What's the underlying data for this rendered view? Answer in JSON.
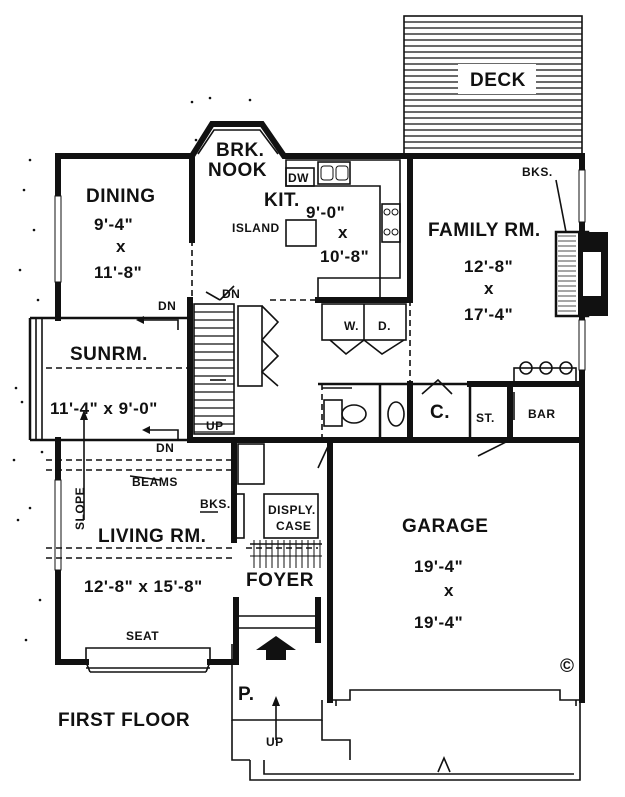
{
  "rooms": {
    "deck": "DECK",
    "brk_nook_1": "BRK.",
    "brk_nook_2": "NOOK",
    "dw": "DW",
    "kit": "KIT.",
    "kit_dim_w": "9'-0\"",
    "kit_dim_x": "x",
    "kit_dim_h": "10'-8\"",
    "island": "ISLAND",
    "bks_family": "BKS.",
    "family": "FAMILY RM.",
    "family_dim_w": "12'-8\"",
    "family_dim_x": "x",
    "family_dim_h": "17'-4\"",
    "dining": "DINING",
    "dining_dim_w": "9'-4\"",
    "dining_dim_x": "x",
    "dining_dim_h": "11'-8\"",
    "dn_dining": "DN",
    "dn_stair": "DN",
    "w": "W.",
    "d": "D.",
    "sunrm": "SUNRM.",
    "sunrm_dim": "11'-4\" x 9'-0\"",
    "dn_sunrm": "DN",
    "up_stair": "UP",
    "closet": "C.",
    "st": "ST.",
    "bar": "BAR",
    "beams": "BEAMS",
    "slope": "SLOPE",
    "bks_living": "BKS.",
    "disply_1": "DISPLY.",
    "disply_2": "CASE",
    "living": "LIVING RM.",
    "living_dim": "12'-8\" x 15'-8\"",
    "foyer": "FOYER",
    "garage": "GARAGE",
    "garage_dim_w": "19'-4\"",
    "garage_dim_x": "x",
    "garage_dim_h": "19'-4\"",
    "seat": "SEAT",
    "p": "P.",
    "up_entry": "UP",
    "copyright": "©",
    "floor_title": "FIRST FLOOR"
  }
}
